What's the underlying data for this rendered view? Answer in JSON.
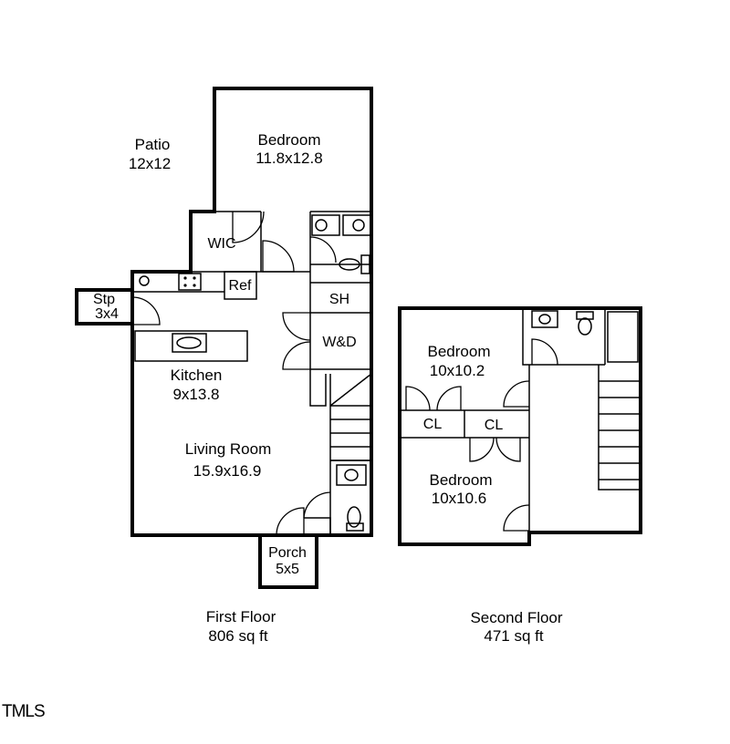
{
  "rooms": {
    "patio": {
      "name": "Patio",
      "size": "12x12"
    },
    "bedroom_first": {
      "name": "Bedroom",
      "size": "11.8x12.8"
    },
    "kitchen": {
      "name": "Kitchen",
      "size": "9x13.8"
    },
    "living_room": {
      "name": "Living Room",
      "size": "15.9x16.9"
    },
    "stoop": {
      "name": "Stp",
      "size": "3x4"
    },
    "porch": {
      "name": "Porch",
      "size": "5x5"
    },
    "bedroom_second_a": {
      "name": "Bedroom",
      "size": "10x10.2"
    },
    "bedroom_second_b": {
      "name": "Bedroom",
      "size": "10x10.6"
    }
  },
  "labels": {
    "wic": "WIC",
    "ref": "Ref",
    "shower": "SH",
    "washer_dryer": "W&D",
    "closet_a": "CL",
    "closet_b": "CL"
  },
  "floors": {
    "first": {
      "name": "First Floor",
      "area": "806 sq ft"
    },
    "second": {
      "name": "Second Floor",
      "area": "471 sq ft"
    }
  },
  "logo": "TMLS"
}
